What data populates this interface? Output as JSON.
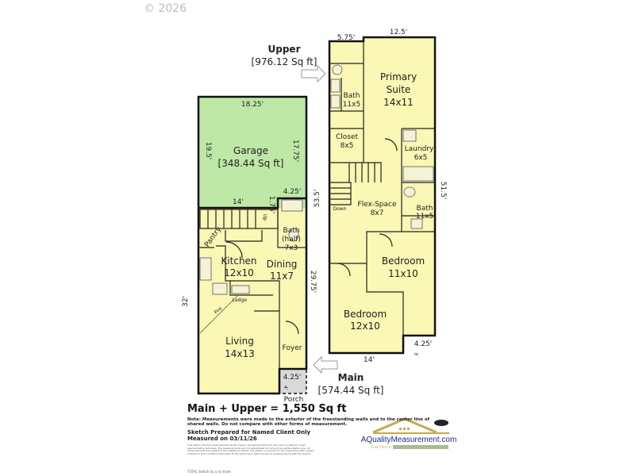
{
  "copyright": "© 2026",
  "colors": {
    "garage": "#bde8a6",
    "living": "#fbf7b4",
    "porch": "#d9d9d9",
    "logo_gold": "#c9a84a",
    "logo_blue": "#1a2b8c"
  },
  "main": {
    "level_label": "Main",
    "area": "[574.44 Sq ft]",
    "dims": {
      "garage_width": "18.25'",
      "garage_left": "19.5'",
      "garage_right": "17.75'",
      "garage_bottom": "14'",
      "garage_notch": "4.25'",
      "notch_depth": "1.75'",
      "right_side": "29.75'",
      "left_side": "32'",
      "porch_width": "4.25'",
      "porch_depth": "4'"
    },
    "rooms": {
      "garage": {
        "name": "Garage",
        "area": "[348.44 Sq ft]"
      },
      "bath_half": {
        "name1": "Bath",
        "name2": "(half)",
        "size": "7x3"
      },
      "pantry": {
        "name": "Pantry"
      },
      "kitchen": {
        "name": "Kitchen",
        "size": "12x10"
      },
      "dining": {
        "name": "Dining",
        "size": "11x7"
      },
      "living": {
        "name": "Living",
        "size": "14x13"
      },
      "foyer": {
        "name": "Foyer"
      },
      "porch": {
        "name": "Porch"
      }
    },
    "labels": {
      "up": "Up",
      "ledge": "Ledge",
      "fire": "Fire"
    }
  },
  "upper": {
    "level_label": "Upper",
    "area": "[976.12 Sq ft]",
    "dims": {
      "top_left": "5.75'",
      "top_right": "12.5'",
      "left_side": "53.5'",
      "right_side": "51.5'",
      "bottom": "14'",
      "notch_width": "4.25'",
      "notch_depth": "3'"
    },
    "rooms": {
      "primary": {
        "name1": "Primary",
        "name2": "Suite",
        "size": "14x11"
      },
      "bath1": {
        "name": "Bath",
        "size": "11x5"
      },
      "closet": {
        "name": "Closet",
        "size": "8x5"
      },
      "laundry": {
        "name": "Laundry",
        "size": "6x5"
      },
      "flex": {
        "name": "Flex-Space",
        "size": "8x7"
      },
      "bath2": {
        "name": "Bath",
        "size": "11x5"
      },
      "bedroom1": {
        "name": "Bedroom",
        "size": "11x10"
      },
      "bedroom2": {
        "name": "Bedroom",
        "size": "12x10"
      }
    },
    "labels": {
      "down": "Down"
    }
  },
  "footer": {
    "total": "Main + Upper = 1,550 Sq ft",
    "note": "Note: Measurements were made to the exterior of the freestanding walls and to the center line of shared walls. Do not compare with other forms of measurement.",
    "prepared": "Sketch Prepared for Named Client Only",
    "measured": "Measured on 03/11/26",
    "fine_print": "This sketch and the measurements shown hereon are approximate and are only provided for rough approximation purposes. The measurements are not guaranteed and should be verified before use. All measurements are subject to the limitations stated. The sketch is provided to the client along with certain limitations and conditions that apply to the sketch and client should be reviewed along with the sketch.",
    "software": "TOTAL Sketch by a la mode"
  },
  "logo": {
    "text": "AQualityMeasurement.com",
    "tagline": "Floor Plans &"
  }
}
